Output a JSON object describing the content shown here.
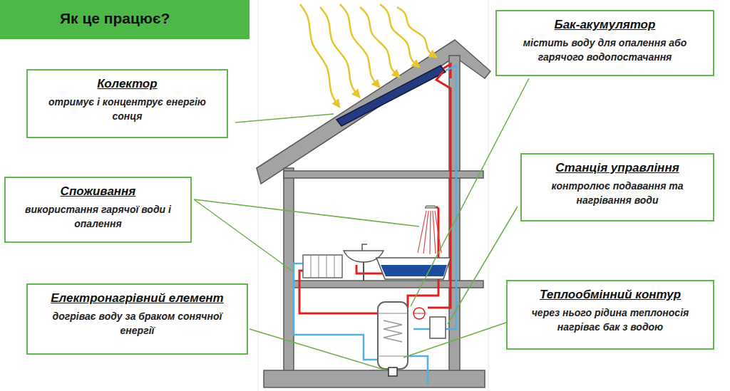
{
  "diagram": {
    "title": "Як це працює?",
    "nodes": [
      {
        "text": [
          "Бак-акумулятор",
          "містить воду для опалення або гарячого водопостачання"
        ]
      },
      {
        "text": [
          "Колектор",
          "отримує і концентрує енергію сонця"
        ]
      },
      {
        "text": [
          "Станція управління",
          "контролює подавання та нагрівання води"
        ]
      },
      {
        "text": [
          "Споживання",
          "використання гарячої води і опалення"
        ]
      },
      {
        "text": [
          "Теплообмінний контур",
          "через нього рідина теплоносія нагріває бак з водою"
        ]
      },
      {
        "text": [
          "Електронагрівний елемент",
          "догріває воду за браком сонячної енергії"
        ]
      }
    ]
  }
}
